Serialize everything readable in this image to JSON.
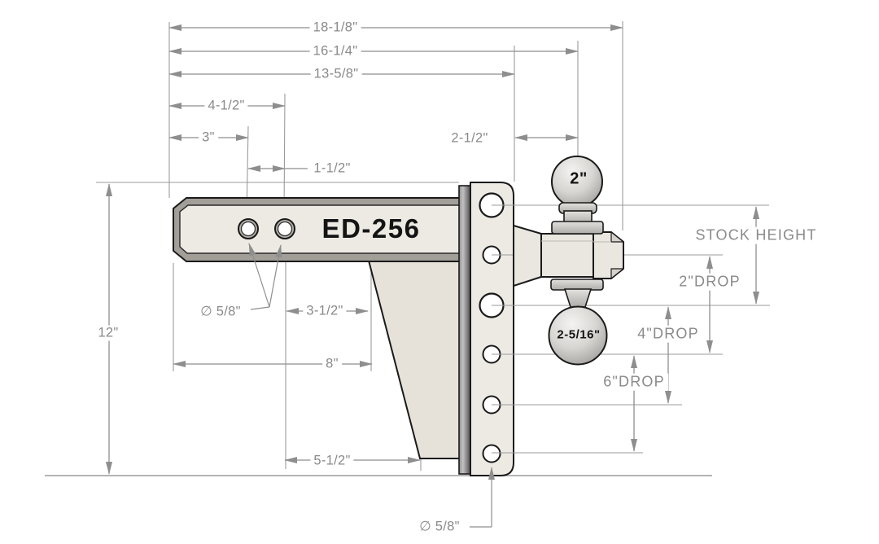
{
  "drawing": {
    "model_label": "ED-256",
    "ball_top_label": "2\"",
    "ball_bottom_label": "2-5/16\"",
    "dimensions": {
      "overall_length": "18-1/8\"",
      "length_to_ball_center": "16-1/4\"",
      "length_to_channel": "13-5/8\"",
      "hole2_from_end": "4-1/2\"",
      "hole1_from_end": "3\"",
      "hole_spacing": "1-1/2\"",
      "channel_to_ball": "2-1/2\"",
      "overall_height": "12\"",
      "shank_hole_diameter": "∅ 5/8\"",
      "hole_to_gusset": "3-1/2\"",
      "gusset_length": "8\"",
      "gusset_base": "5-1/2\"",
      "channel_hole_diameter": "∅ 5/8\"",
      "stock_height": "STOCK HEIGHT",
      "drop_2": "2\"DROP",
      "drop_4": "4\"DROP",
      "drop_6": "6\"DROP"
    },
    "colors": {
      "outline": "#1a1a1a",
      "dimension_grey": "#8e8e8e",
      "steel_face": "#edeae4",
      "steel_band": "#a29e98",
      "label_text": "#141414"
    }
  }
}
